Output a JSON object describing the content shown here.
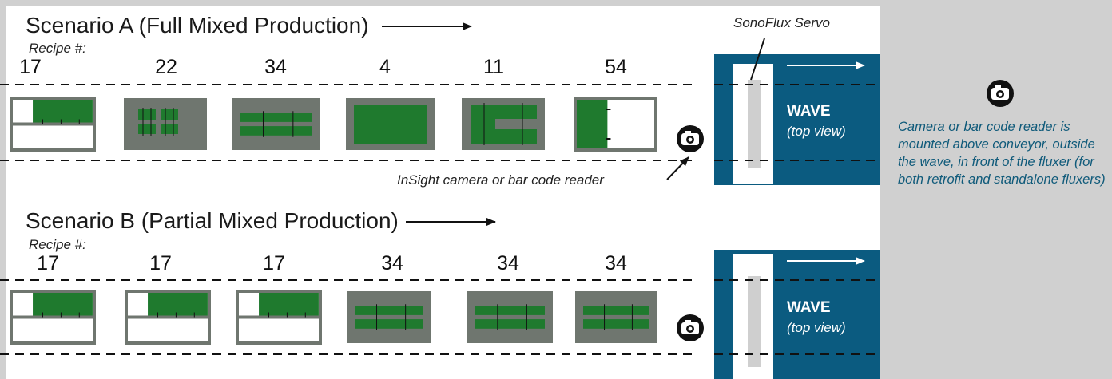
{
  "scenario_a": {
    "title": "Scenario A (Full Mixed Production)",
    "recipe_label": "Recipe #:",
    "recipes": [
      "17",
      "22",
      "34",
      "4",
      "11",
      "54"
    ],
    "boards": [
      "partial-top",
      "grid-4",
      "two-bars",
      "full",
      "c-shape",
      "left-block"
    ]
  },
  "scenario_b": {
    "title": "Scenario B (Partial Mixed Production)",
    "recipe_label": "Recipe #:",
    "recipes": [
      "17",
      "17",
      "17",
      "34",
      "34",
      "34"
    ],
    "boards": [
      "partial-top",
      "partial-top",
      "partial-top",
      "two-bars",
      "two-bars",
      "two-bars"
    ]
  },
  "wave": {
    "label": "WAVE",
    "sublabel": "(top view)"
  },
  "sonoflux_label": "SonoFlux Servo",
  "camera_callout": "InSight camera or bar code reader",
  "side_note": "Camera or bar code reader is mounted above conveyor, outside the wave, in front of the fluxer (for both retrofit and standalone fluxers)",
  "colors": {
    "board_green": "#1f7a2e",
    "board_gray": "#6f766f",
    "wave_blue": "#0b5b80",
    "background_gray": "#d0d0d0",
    "note_text": "#0f5a7a"
  }
}
